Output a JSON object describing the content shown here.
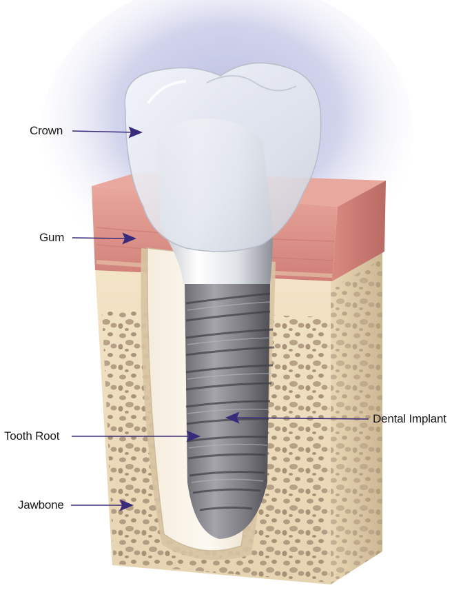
{
  "labels": {
    "crown": "Crown",
    "gum": "Gum",
    "tooth_root": "Tooth Root",
    "jawbone": "Jawbone",
    "dental_implant": "Dental Implant"
  },
  "colors": {
    "arrow": "#3a2a7a",
    "glow": "#c9cbe6",
    "gum": "#d98f8a",
    "gum_light": "#efb9ae",
    "bone": "#efe0c4",
    "bone_pore": "#a8927a",
    "metal": "#8a8a90",
    "crown": "#e9ecf2"
  }
}
